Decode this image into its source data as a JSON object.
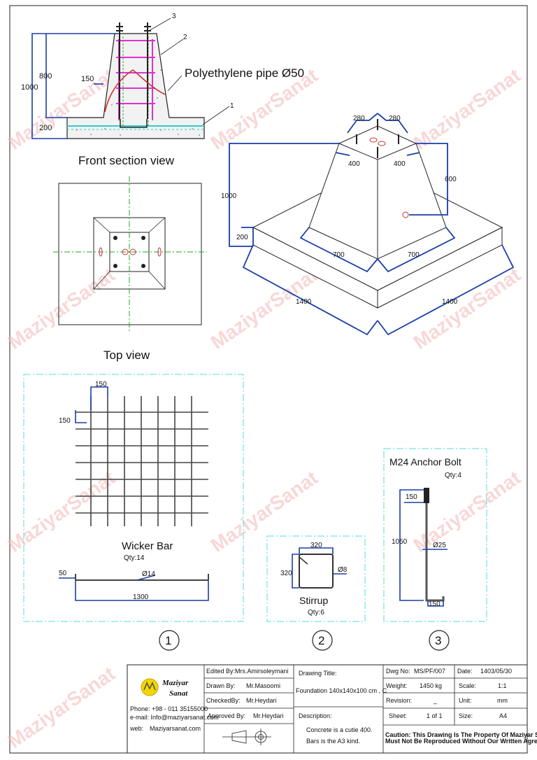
{
  "watermark": "MaziyarSanat",
  "front": {
    "title": "Front section view",
    "pipe_label": "Polyethylene pipe Ø50",
    "dim_total": "1000",
    "dim_pedestal": "800",
    "dim_base": "200",
    "dim_150": "150",
    "callout_1": "1",
    "callout_2": "2",
    "callout_3": "3"
  },
  "top": {
    "title": "Top view"
  },
  "iso": {
    "dim_280a": "280",
    "dim_280b": "280",
    "dim_400a": "400",
    "dim_400b": "400",
    "dim_600": "600",
    "dim_1000": "1000",
    "dim_200": "200",
    "dim_700a": "700",
    "dim_700b": "700",
    "dim_1400a": "1400",
    "dim_1400b": "1400"
  },
  "wicker": {
    "title": "Wicker Bar",
    "qty": "Qty:14",
    "dim_150a": "150",
    "dim_150b": "150",
    "dim_50": "50",
    "dia": "Ø14",
    "dim_1300": "1300",
    "number": "1"
  },
  "stirrup": {
    "title": "Stirrup",
    "qty": "Qty:6",
    "dim_w": "320",
    "dim_h": "320",
    "dia": "Ø8",
    "number": "2"
  },
  "anchor": {
    "title": "M24 Anchor Bolt",
    "qty": "Qty:4",
    "dim_150a": "150",
    "dim_1050": "1050",
    "dia": "Ø25",
    "dim_150b": "150",
    "number": "3"
  },
  "titleblock": {
    "logo_line1": "Maziyar",
    "logo_line2": "Sanat",
    "phone": "Phone: +98 - 011 35155000",
    "email": "e-mail:  Info@maziyarsanat.com",
    "web_label": "web:",
    "web": "Maziyarsanat.com",
    "edited_by": "Edited By:Mrs.Amirsoleymani",
    "drawn_by_label": "Drawn By:",
    "drawn_by": "Mr.Masoomi",
    "checked_by_label": "CheckedBy:",
    "checked_by": "Mr.Heydari",
    "approved_by_label": "Approved By:",
    "approved_by": "Mr.Heydari",
    "drawing_title_label": "Drawing Title:",
    "drawing_title": "Foundation 140x140x100 cm , C",
    "description_label": "Description:",
    "description_1": "Concrete is a cutie 400.",
    "description_2": "Bars is the A3 kind.",
    "dwg_no_label": "Dwg No:",
    "dwg_no": "MS/PF/007",
    "weight_label": "Weight:",
    "weight": "1450 kg",
    "revision_label": "Revision:",
    "revision": "_",
    "sheet_label": "Sheet:",
    "sheet": "1 of 1",
    "date_label": "Date:",
    "date": "1403/05/30",
    "scale_label": "Scale:",
    "scale": "1:1",
    "unit_label": "Unit:",
    "unit": "mm",
    "size_label": "Size:",
    "size": "A4",
    "caution_1": "Caution: This Drawing Is The Property Of Maziyar Sanat &",
    "caution_2": "Must Not Be Reproduced Without Our Written Agreement."
  }
}
